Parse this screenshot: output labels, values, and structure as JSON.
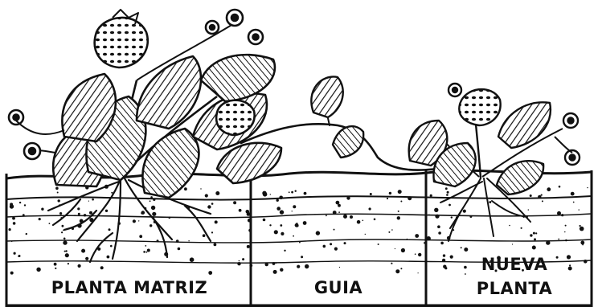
{
  "labels": {
    "mother_plant": "PLANTA MATRIZ",
    "runner": "GUIA",
    "new_plant_line1": "NUEVA",
    "new_plant_line2": "PLANTA"
  },
  "colors": {
    "ink": "#111111",
    "paper": "#ffffff"
  }
}
